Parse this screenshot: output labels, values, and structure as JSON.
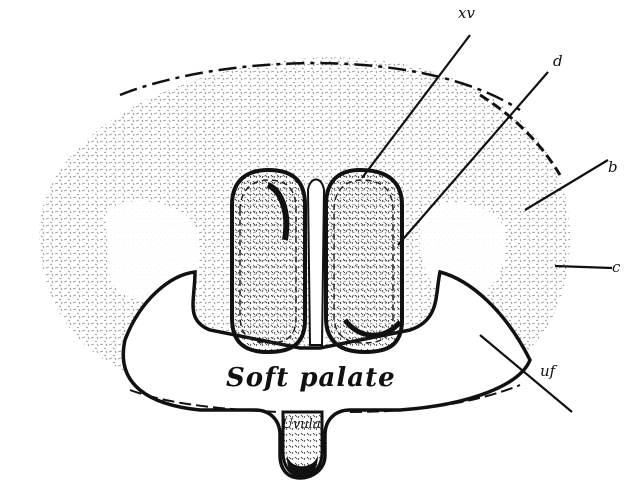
{
  "figure": {
    "colors": {
      "ink": "#111111",
      "paper": "#ffffff"
    },
    "labels": {
      "top_label": "xv",
      "upper_right_label": "d",
      "right_label_1": "b",
      "right_label_2": "c",
      "lower_right_label": "uf",
      "soft_palate": "Soft palate",
      "uvula": "Uvula"
    }
  }
}
